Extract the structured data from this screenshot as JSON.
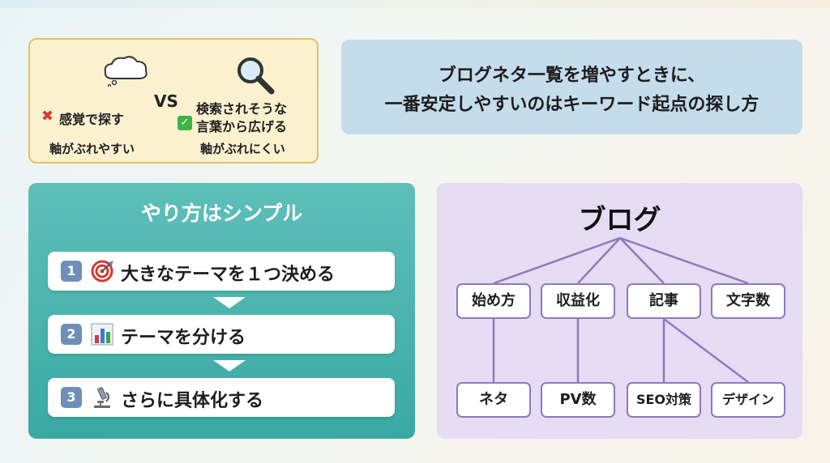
{
  "compare": {
    "left_label": "感覚で探す",
    "left_sub": "軸がぶれやすい",
    "vs": "VS",
    "right_label_1": "検索されそうな",
    "right_label_2": "言葉から広げる",
    "right_sub": "軸がぶれにくい"
  },
  "title": {
    "line1": "ブログネタ一覧を増やすときに、",
    "line2": "一番安定しやすいのはキーワード起点の探し方"
  },
  "steps": {
    "heading": "やり方はシンプル",
    "items": [
      {
        "num": "1",
        "icon": "target-icon",
        "label": "大きなテーマを１つ決める"
      },
      {
        "num": "2",
        "icon": "bar-chart-icon",
        "label": "テーマを分ける"
      },
      {
        "num": "3",
        "icon": "microscope-icon",
        "label": "さらに具体化する"
      }
    ]
  },
  "tree": {
    "root": "ブログ",
    "level1": [
      "始め方",
      "収益化",
      "記事",
      "文字数"
    ],
    "level2": [
      "ネタ",
      "PV数",
      "SEO対策",
      "デザイン"
    ]
  },
  "colors": {
    "compare_bg": "#fbf1cf",
    "title_bg": "#c5dcec",
    "steps_bg": "#3aa9a4",
    "tree_bg": "#e6dcf4",
    "tree_line": "#8f79bd"
  }
}
